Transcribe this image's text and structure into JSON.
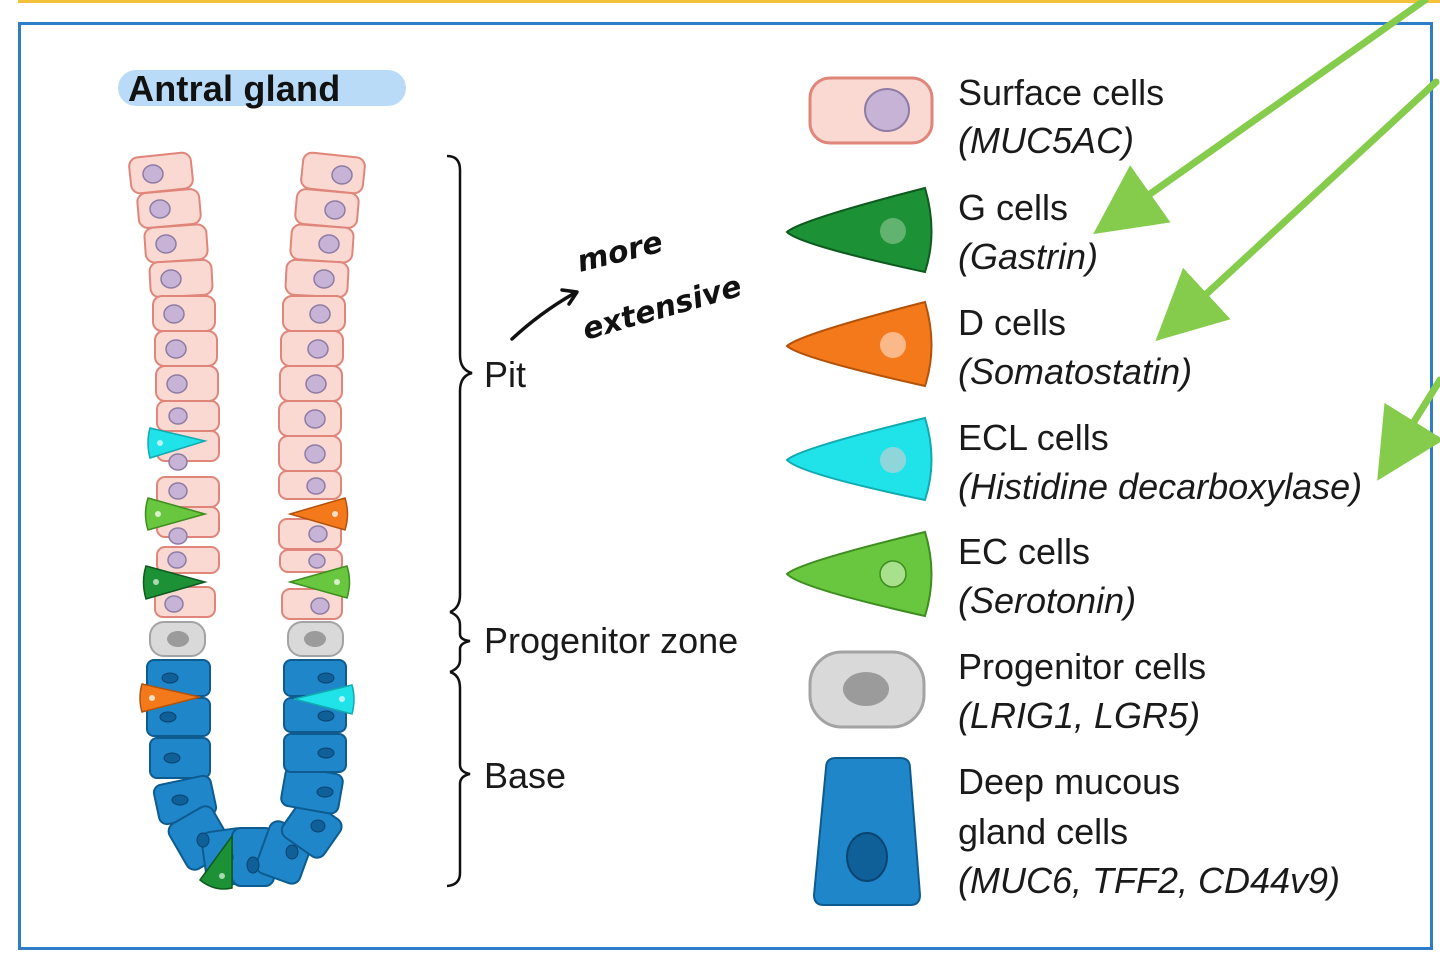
{
  "title": "Antral gland",
  "zones": {
    "pit": "Pit",
    "progenitor": "Progenitor zone",
    "base": "Base"
  },
  "annotation": {
    "line1": "more",
    "line2": "extensive"
  },
  "legend": [
    {
      "name": "Surface cells",
      "marker": "(MUC5AC)",
      "color": "#f9d9d2"
    },
    {
      "name": "G cells",
      "marker": "(Gastrin)",
      "color": "#1c9136"
    },
    {
      "name": "D cells",
      "marker": "(Somatostatin)",
      "color": "#f4791a"
    },
    {
      "name": "ECL cells",
      "marker": "(Histidine decarboxylase)",
      "color": "#20e3ea"
    },
    {
      "name": "EC cells",
      "marker": "(Serotonin)",
      "color": "#69c63f"
    },
    {
      "name": "Progenitor cells",
      "marker": "(LRIG1, LGR5)",
      "color": "#d9d9d9"
    },
    {
      "name": "Deep mucous",
      "name2": "gland cells",
      "marker": "(MUC6, TFF2, CD44v9)",
      "color": "#1f86c9"
    }
  ],
  "colors": {
    "frame": "#2e7dc8",
    "title_pill": "#b9dbf7",
    "arrows": "#86cc4c",
    "surface_outline": "#e0857a",
    "nucleus": "#c7b3d6"
  }
}
